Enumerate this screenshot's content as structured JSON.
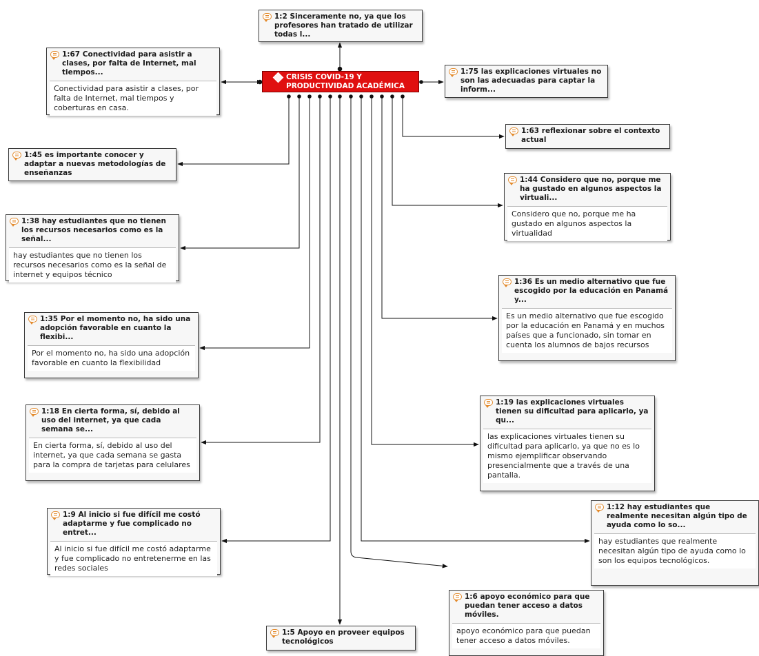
{
  "central": {
    "title": "CRISIS COVID-19 Y PRODUCTIVIDAD ACADÉMICA"
  },
  "quotes": [
    {
      "id": "q-1-2",
      "header": "1:2 Sinceramente no, ya que los profesores han tratado de utilizar todas l...",
      "body": ""
    },
    {
      "id": "q-1-67",
      "header": "1:67 Conectividad para asistir a clases, por falta de Internet, mal tiempos...",
      "body": "Conectividad para asistir a clases, por falta de Internet, mal tiempos y coberturas en casa."
    },
    {
      "id": "q-1-75",
      "header": "1:75 las explicaciones virtuales no son las adecuadas para captar la inform...",
      "body": ""
    },
    {
      "id": "q-1-63",
      "header": "1:63 reflexionar sobre el contexto actual",
      "body": ""
    },
    {
      "id": "q-1-45",
      "header": "1:45 es importante conocer y adaptar a nuevas metodologías de enseñanzas",
      "body": ""
    },
    {
      "id": "q-1-44",
      "header": "1:44 Considero que no, porque me ha gustado en algunos aspectos la virtuali...",
      "body": "Considero que no, porque me ha gustado en algunos aspectos la virtualidad"
    },
    {
      "id": "q-1-38",
      "header": "1:38 hay estudiantes que no tienen los recursos necesarios como es la señal...",
      "body": "hay estudiantes que no tienen los recursos necesarios como es la señal de internet y equipos técnico"
    },
    {
      "id": "q-1-36",
      "header": "1:36 Es un medio alternativo que fue escogido por la educación en Panamá y...",
      "body": "Es un medio alternativo que fue escogido por la educación en Panamá y en muchos países que a funcionado, sin tomar en cuenta los alumnos de bajos recursos"
    },
    {
      "id": "q-1-35",
      "header": "1:35 Por el momento no, ha sido una adopción favorable en cuanto la flexibi...",
      "body": "Por el momento no, ha sido una adopción favorable en cuanto la flexibilidad"
    },
    {
      "id": "q-1-19",
      "header": "1:19 las explicaciones virtuales tienen su dificultad para aplicarlo, ya qu...",
      "body": "las explicaciones virtuales tienen su dificultad para aplicarlo, ya que no es lo mismo ejemplificar observando presencialmente que a través de una pantalla."
    },
    {
      "id": "q-1-18",
      "header": "1:18 En cierta forma, sí, debido al uso del internet, ya que cada semana se...",
      "body": "En cierta forma, sí, debido al uso del internet, ya que cada semana se gasta para la compra de tarjetas para celulares"
    },
    {
      "id": "q-1-12",
      "header": "1:12 hay estudiantes que realmente necesitan algún tipo de ayuda como lo so...",
      "body": "hay estudiantes que realmente necesitan algún tipo de ayuda como lo son los equipos tecnológicos."
    },
    {
      "id": "q-1-9",
      "header": "1:9 Al inicio si fue difícil me costó adaptarme y fue complicado no entret...",
      "body": "Al inicio si fue difícil me costó adaptarme y fue complicado no entretenerme en las redes sociales"
    },
    {
      "id": "q-1-6",
      "header": "1:6 apoyo económico para que puedan tener acceso a  datos móviles.",
      "body": "apoyo económico para que puedan tener acceso a  datos móviles."
    },
    {
      "id": "q-1-5",
      "header": "1:5 Apoyo en proveer equipos tecnológicos",
      "body": ""
    }
  ]
}
